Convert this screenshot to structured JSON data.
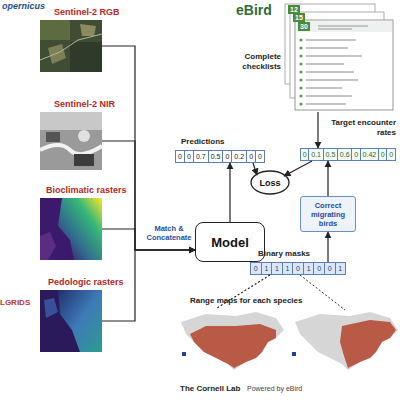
{
  "diagram": {
    "nodes": [
      {
        "text": [
          "Sentinel-2 RGB"
        ]
      },
      {
        "text": [
          "Sentinel-2 NIR"
        ]
      },
      {
        "text": [
          "Bioclimatic rasters"
        ]
      },
      {
        "text": [
          "Pedologic rasters"
        ]
      },
      {
        "text": [
          "Model"
        ]
      },
      {
        "text": [
          "Predictions",
          "0",
          "0",
          "0.7",
          "0.5",
          "0",
          "0.2",
          "0",
          "0"
        ]
      },
      {
        "text": [
          "Loss"
        ]
      },
      {
        "text": [
          "Complete checklists"
        ]
      },
      {
        "text": [
          "Target encounter rates",
          "0",
          "0.1",
          "0.5",
          "0.6",
          "0",
          "0.42",
          "0",
          "0"
        ]
      },
      {
        "text": [
          "Correct migrating birds"
        ]
      },
      {
        "text": [
          "Binary masks",
          "0",
          "1",
          "1",
          "1",
          "0",
          "1",
          "0",
          "0",
          "1"
        ]
      },
      {
        "text": [
          "Range maps for each species"
        ]
      }
    ],
    "edges": [
      {
        "from": 0,
        "to": 4,
        "arrow": "to"
      },
      {
        "from": 1,
        "to": 4,
        "arrow": "to"
      },
      {
        "from": 2,
        "to": 4,
        "arrow": "to"
      },
      {
        "from": 3,
        "to": 4,
        "arrow": "to"
      },
      {
        "from": 4,
        "to": 5,
        "arrow": "to"
      },
      {
        "from": 5,
        "to": 6,
        "arrow": "to"
      },
      {
        "from": 8,
        "to": 6,
        "arrow": "to"
      },
      {
        "from": 7,
        "to": 8,
        "arrow": "to"
      },
      {
        "from": 9,
        "to": 8,
        "arrow": "to"
      },
      {
        "from": 10,
        "to": 9,
        "arrow": "to"
      },
      {
        "from": 10,
        "to": 11,
        "arrow": "none"
      }
    ],
    "labels": [
      "opernicus",
      "LGRIDS",
      "eBird",
      "12",
      "15",
      "30",
      "Match & Concatenate",
      "The Cornell Lab",
      "Powered by eBird"
    ]
  }
}
